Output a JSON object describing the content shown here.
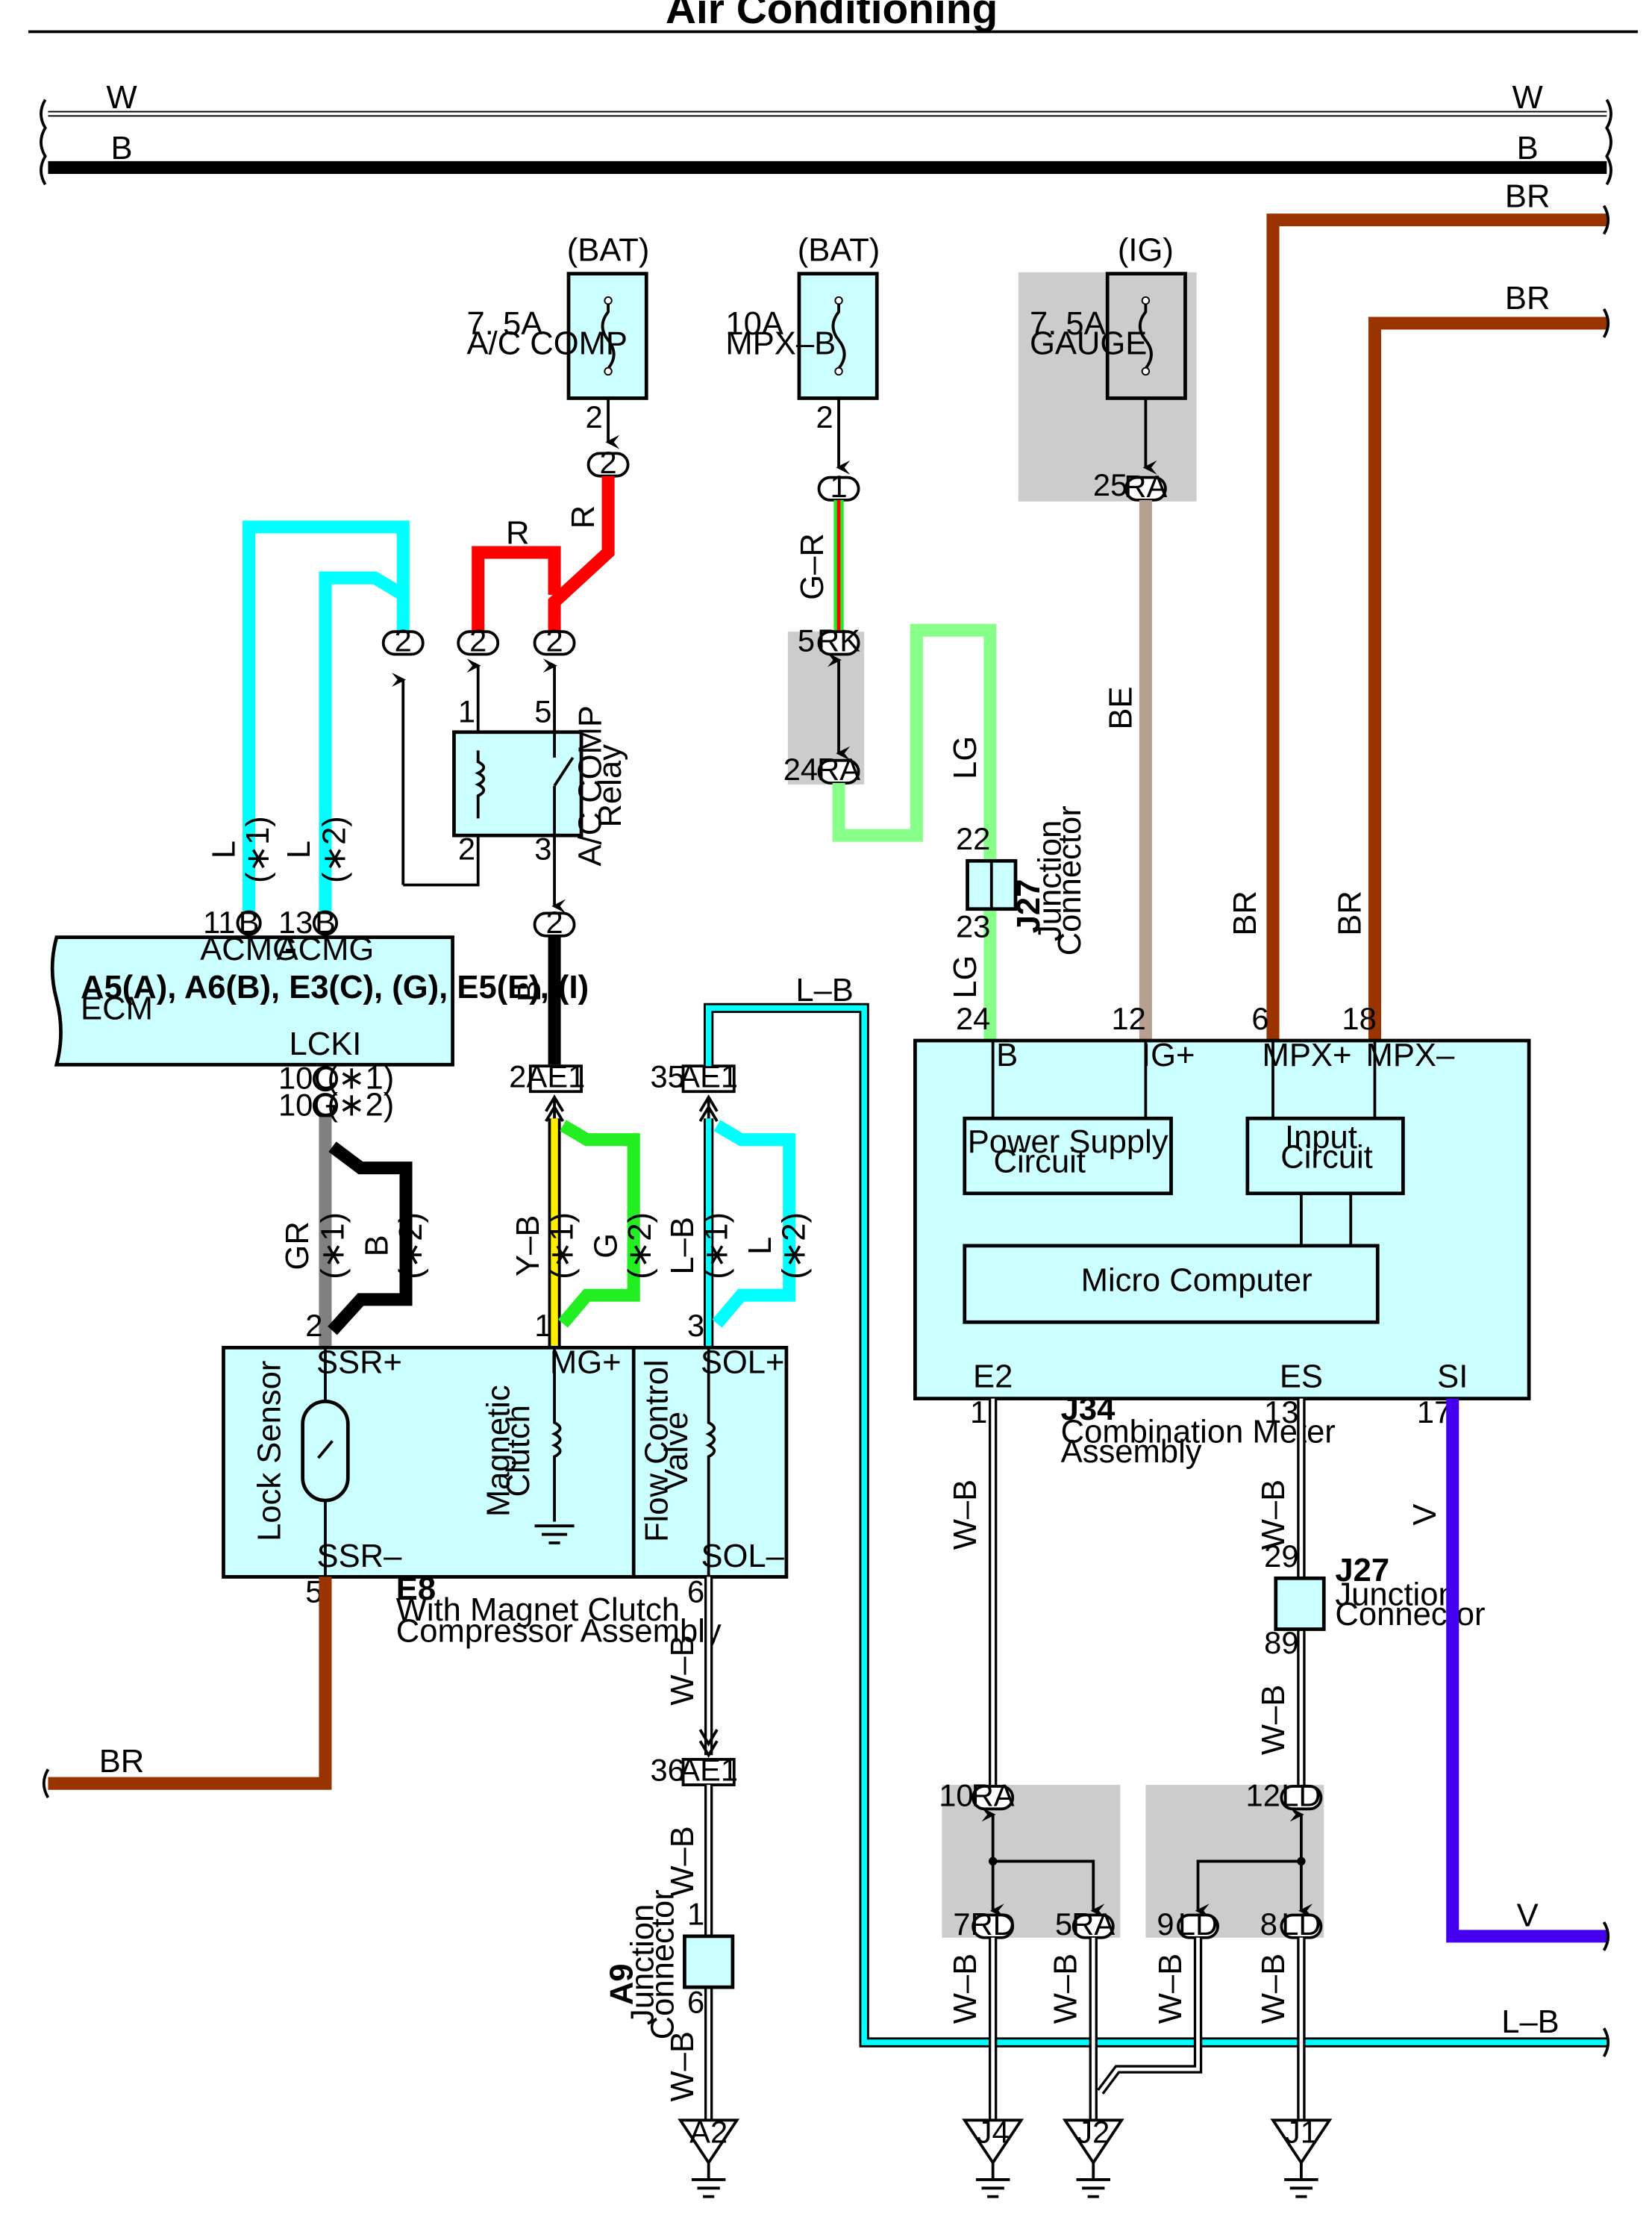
{
  "title": "Air Conditioning",
  "wires": {
    "w": "W",
    "b": "B",
    "br": "BR",
    "r": "R",
    "gr_top": "G–R",
    "lg": "LG",
    "be": "BE",
    "l": "L",
    "gr": "GR",
    "yb": "Y–B",
    "g": "G",
    "lb": "L–B",
    "wb": "W–B",
    "v": "V"
  },
  "notes": {
    "n1": "(∗1)",
    "n2": "(∗2)"
  },
  "fuses": {
    "bat": "(BAT)",
    "ig": "(IG)",
    "ac_comp_rating": "7. 5A",
    "ac_comp_name": "A/C COMP",
    "mpxb_rating": "10A",
    "mpxb_name": "MPX–B",
    "gauge_rating": "7. 5A",
    "gauge_name": "GAUGE"
  },
  "relay": {
    "name1": "A/C COMP",
    "name2": "Relay"
  },
  "ecm": {
    "connectors": "A5(A), A6(B), E3(C), (G), E5(E), (I)",
    "name": "ECM",
    "acmg": "ACMG",
    "lcki": "LCKI"
  },
  "compressor": {
    "code": "E8",
    "name1": "With Magnet Clutch",
    "name2": "Compressor Assembly",
    "lock_sensor": "Lock Sensor",
    "clutch1": "Magnetic",
    "clutch2": "Clutch",
    "valve1": "Flow Control",
    "valve2": "Valve",
    "ssr_plus": "SSR+",
    "ssr_minus": "SSR–",
    "mg_plus": "MG+",
    "sol_plus": "SOL+",
    "sol_minus": "SOL–"
  },
  "meter": {
    "code": "J34",
    "name1": "Combination Meter",
    "name2": "Assembly",
    "b": "B",
    "ig": "IG+",
    "mpx_plus": "MPX+",
    "mpx_minus": "MPX–",
    "psu1": "Power Supply",
    "psu2": "Circuit",
    "input1": "Input",
    "input2": "Circuit",
    "micro": "Micro Computer",
    "e2": "E2",
    "es": "ES",
    "si": "SI"
  },
  "j27": {
    "code": "J27",
    "name1": "Junction",
    "name2": "Connector"
  },
  "a9": {
    "code": "A9",
    "name1": "Junction",
    "name2": "Connector"
  },
  "connectors": {
    "ae1": "AE1",
    "ra": "RA",
    "rk": "RK",
    "rd": "RD",
    "ld": "LD",
    "b": "B",
    "c": "C",
    "g": "G",
    "p2": "2",
    "p1": "1"
  },
  "grounds": {
    "a2": "A2",
    "j4": "J4",
    "j2": "J2",
    "j1": "J1"
  },
  "pins": {
    "p1": "1",
    "p2": "2",
    "p3": "3",
    "p5": "5",
    "p6": "6",
    "p7": "7",
    "p8": "8",
    "p9": "9",
    "p10": "10",
    "p11": "11",
    "p12": "12",
    "p13": "13",
    "p17": "17",
    "p18": "18",
    "p22": "22",
    "p23": "23",
    "p24": "24",
    "p25": "25",
    "p29": "29",
    "p35": "35",
    "p36": "36",
    "p89": "89"
  },
  "colors": {
    "cyan": "#00ffff",
    "red": "#ff0000",
    "brown": "#993300",
    "green": "#22ee22",
    "light_green": "#88ff88",
    "yellow": "#ffee00",
    "grey": "#808080",
    "tan": "#b8a090",
    "violet": "#4400ee",
    "box_fill": "#ccffff",
    "shade": "#cccccc"
  }
}
